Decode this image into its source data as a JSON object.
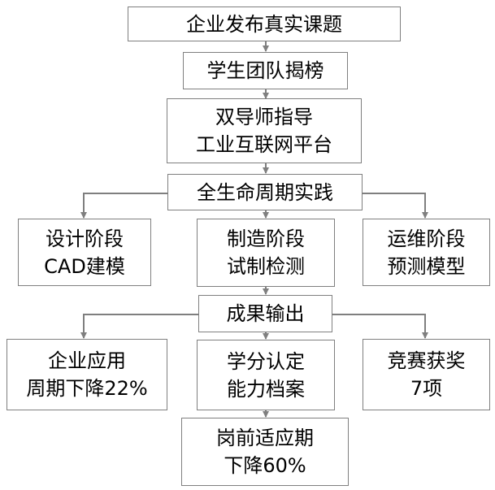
{
  "diagram": {
    "line_color": "#7f7f7f",
    "nodes": {
      "publish": {
        "lines": [
          "企业发布真实课题"
        ]
      },
      "team": {
        "lines": [
          "学生团队揭榜"
        ]
      },
      "mentor": {
        "lines": [
          "双导师指导",
          "工业互联网平台"
        ]
      },
      "lifecycle": {
        "lines": [
          "全生命周期实践"
        ]
      },
      "design": {
        "lines": [
          "设计阶段",
          "CAD建模"
        ]
      },
      "manufacture": {
        "lines": [
          "制造阶段",
          "试制检测"
        ]
      },
      "operation": {
        "lines": [
          "运维阶段",
          "预测模型"
        ]
      },
      "output": {
        "lines": [
          "成果输出"
        ]
      },
      "application": {
        "lines": [
          "企业应用",
          "周期下降22%"
        ]
      },
      "credit": {
        "lines": [
          "学分认定",
          "能力档案"
        ]
      },
      "competition": {
        "lines": [
          "竞赛获奖",
          "7项"
        ]
      },
      "prejob": {
        "lines": [
          "岗前适应期",
          "下降60%"
        ]
      }
    }
  }
}
